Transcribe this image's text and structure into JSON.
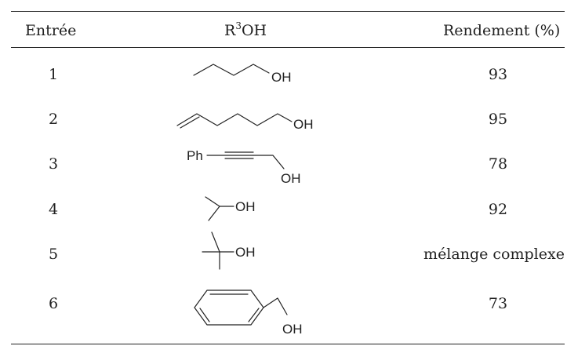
{
  "table": {
    "headers": {
      "entry": "Entrée",
      "alcohol_main": "R",
      "alcohol_sup": "3",
      "alcohol_tail": "OH",
      "yield": "Rendement (%)"
    },
    "rows": [
      {
        "entry": "1",
        "yield": "93",
        "labels": [
          "OH"
        ]
      },
      {
        "entry": "2",
        "yield": "95",
        "labels": [
          "OH"
        ]
      },
      {
        "entry": "3",
        "yield": "78",
        "labels": [
          "Ph",
          "OH"
        ]
      },
      {
        "entry": "4",
        "yield": "92",
        "labels": [
          "OH"
        ]
      },
      {
        "entry": "5",
        "yield": "mélange complexe",
        "labels": [
          "OH"
        ]
      },
      {
        "entry": "6",
        "yield": "73",
        "labels": [
          "OH"
        ]
      }
    ]
  }
}
